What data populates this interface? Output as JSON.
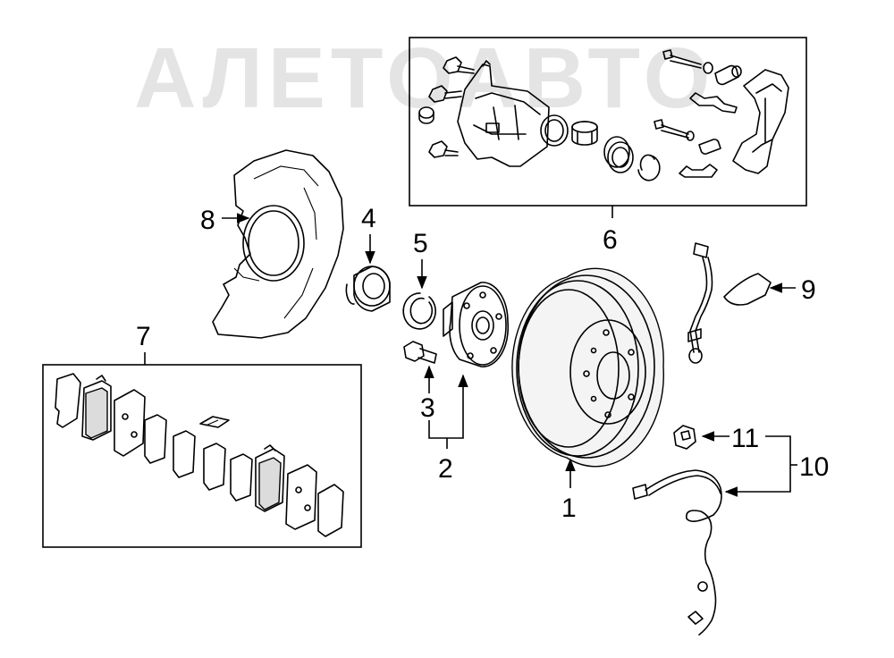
{
  "watermark": "АЛЕТОАВТО",
  "callouts": {
    "c1": "1",
    "c2": "2",
    "c3": "3",
    "c4": "4",
    "c5": "5",
    "c6": "6",
    "c7": "7",
    "c8": "8",
    "c9": "9",
    "c10": "10",
    "c11": "11"
  }
}
